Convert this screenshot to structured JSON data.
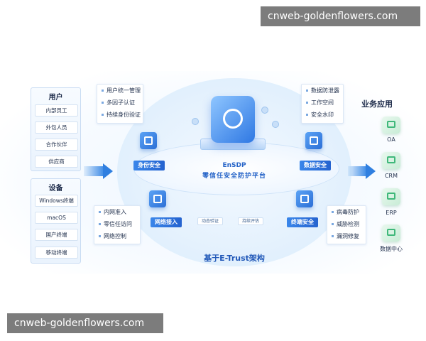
{
  "watermarks": {
    "top": "cnweb-goldenflowers.com",
    "bottom": "cnweb-goldenflowers.com"
  },
  "left": {
    "users": {
      "title": "用户",
      "items": [
        "内部员工",
        "外包人员",
        "合作伙伴",
        "供应商"
      ]
    },
    "devices": {
      "title": "设备",
      "items": [
        "Windows终端",
        "macOS",
        "国产终端",
        "移动终端"
      ]
    }
  },
  "right": {
    "title": "业务应用",
    "apps": [
      "OA",
      "CRM",
      "ERP",
      "数据中心"
    ]
  },
  "center": {
    "platform_name": "EnSDP",
    "platform_subtitle": "零信任安全防护平台",
    "base": "基于E-Trust架构",
    "modules": {
      "identity": "身份安全",
      "data": "数据安全",
      "network": "网络接入",
      "endpoint": "终端安全"
    },
    "mini_tags": [
      "动态验证",
      "持续评估"
    ],
    "boxes": {
      "identity": [
        "用户统一管理",
        "多因子认证",
        "持续身份验证"
      ],
      "data": [
        "数据防泄露",
        "工作空间",
        "安全水印"
      ],
      "network": [
        "内网准入",
        "零信任访问",
        "网络控制"
      ],
      "endpoint": [
        "病毒防护",
        "威胁检测",
        "漏洞修复"
      ]
    }
  },
  "colors": {
    "accent": "#2f7fe0",
    "app_green": "#3fb87a"
  }
}
